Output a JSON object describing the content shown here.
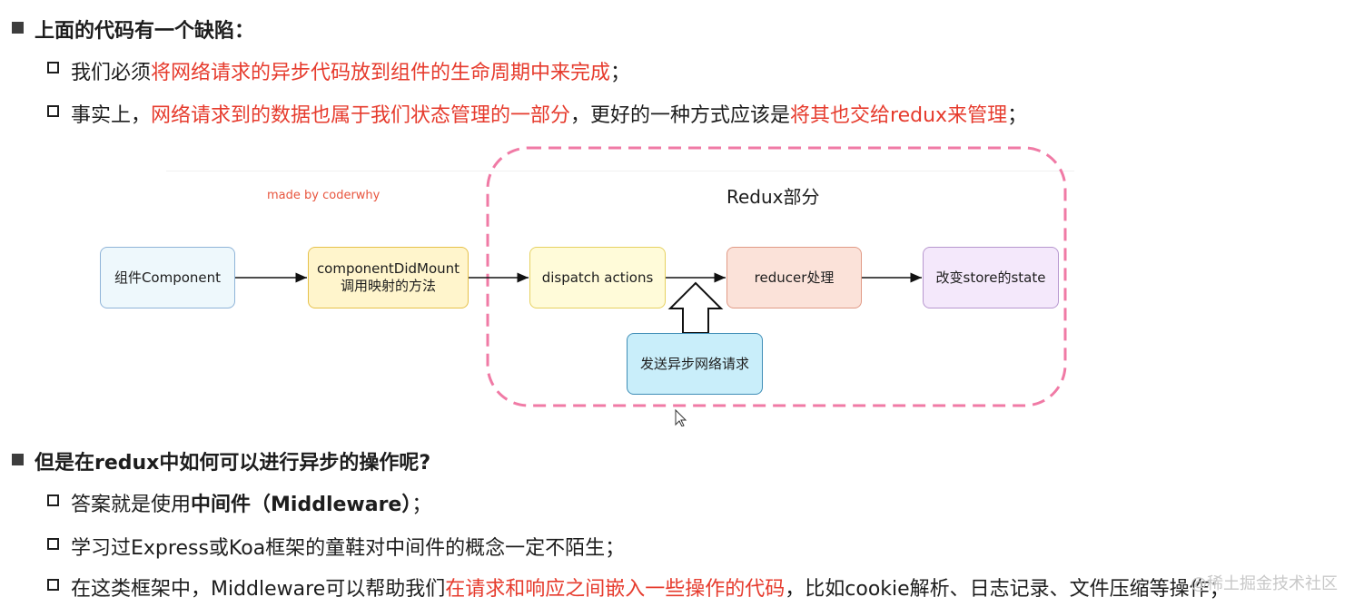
{
  "section1": {
    "heading": "上面的代码有一个缺陷：",
    "item1": {
      "a": "我们必须",
      "b": "将网络请求的异步代码放到组件的生命周期中来完成",
      "c": "；"
    },
    "item2": {
      "a": "事实上，",
      "b": "网络请求到的数据也属于我们状态管理的一部分",
      "c": "，更好的一种方式应该是",
      "d": "将其也交给redux来管理",
      "e": "；"
    }
  },
  "diagram": {
    "credit": "made by coderwhy",
    "redux_title": "Redux部分",
    "box_component": "组件Component",
    "box_didmount_1": "componentDidMount",
    "box_didmount_2": "调用映射的方法",
    "box_dispatch": "dispatch actions",
    "box_reducer": "reducer处理",
    "box_state": "改变store的state",
    "box_async": "发送异步网络请求",
    "colors": {
      "dashed": "#f07aa5",
      "red_text": "#e63b2d"
    }
  },
  "section2": {
    "heading": "但是在redux中如何可以进行异步的操作呢?",
    "item1": {
      "a": "答案就是使用",
      "b": "中间件（Middleware）",
      "c": "；"
    },
    "item2": "学习过Express或Koa框架的童鞋对中间件的概念一定不陌生；",
    "item3": {
      "a": "在这类框架中，Middleware可以帮助我们",
      "b": "在请求和响应之间嵌入一些操作的代码",
      "c": "，比如cookie解析、日志记录、文件压缩等操作；"
    }
  },
  "watermark": "@稀土掘金技术社区"
}
